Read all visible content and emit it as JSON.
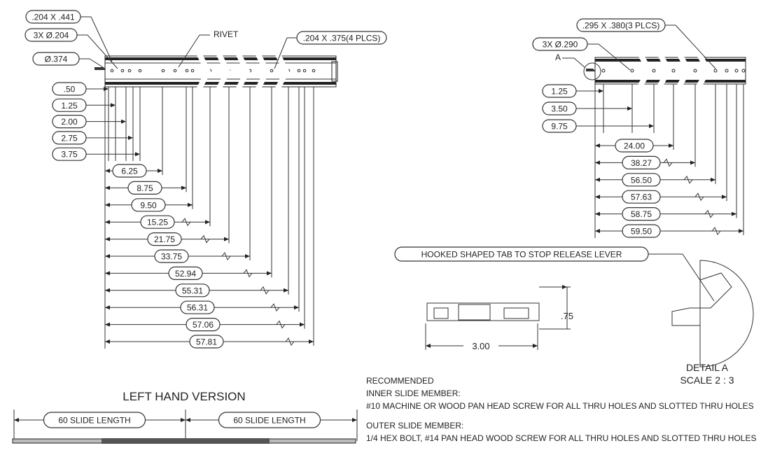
{
  "left_view": {
    "callouts": {
      "slot_204x441": ".204 X .441",
      "holes_3x204": "3X Ø.204",
      "hole_374": "Ø.374",
      "rivet": "RIVET",
      "slot_204x375": ".204 X .375(4 PLCS)"
    },
    "vertical_dims": [
      ".50",
      "1.25",
      "2.00",
      "2.75",
      "3.75"
    ],
    "horizontal_dims": [
      "6.25",
      "8.75",
      "9.50",
      "15.25",
      "21.75",
      "33.75",
      "52.94",
      "55.31",
      "56.31",
      "57.06",
      "57.81"
    ]
  },
  "right_view": {
    "callouts": {
      "slot_295x380": ".295 X .380(3 PLCS)",
      "holes_3x290": "3X Ø.290",
      "detail_ref": "A"
    },
    "vertical_dims": [
      "1.25",
      "3.50",
      "9.75"
    ],
    "horizontal_dims": [
      "24.00",
      "38.27",
      "56.50",
      "57.63",
      "58.75",
      "59.50"
    ]
  },
  "detail": {
    "hook_label": "HOOKED SHAPED TAB TO STOP RELEASE LEVER",
    "title": "DETAIL A",
    "scale": "SCALE 2 : 3"
  },
  "section": {
    "height": ".75",
    "width": "3.00"
  },
  "bottom": {
    "title": "LEFT HAND VERSION",
    "length_left": "60 SLIDE LENGTH",
    "length_right": "60 SLIDE LENGTH"
  },
  "notes": {
    "heading": "RECOMMENDED",
    "inner_title": "INNER SLIDE MEMBER:",
    "inner_text": "#10 MACHINE OR WOOD PAN HEAD SCREW FOR ALL THRU HOLES AND SLOTTED THRU HOLES",
    "outer_title": "OUTER SLIDE MEMBER:",
    "outer_text": "1/4 HEX BOLT, #14 PAN HEAD WOOD SCREW FOR ALL THRU HOLES AND SLOTTED THRU HOLES"
  }
}
